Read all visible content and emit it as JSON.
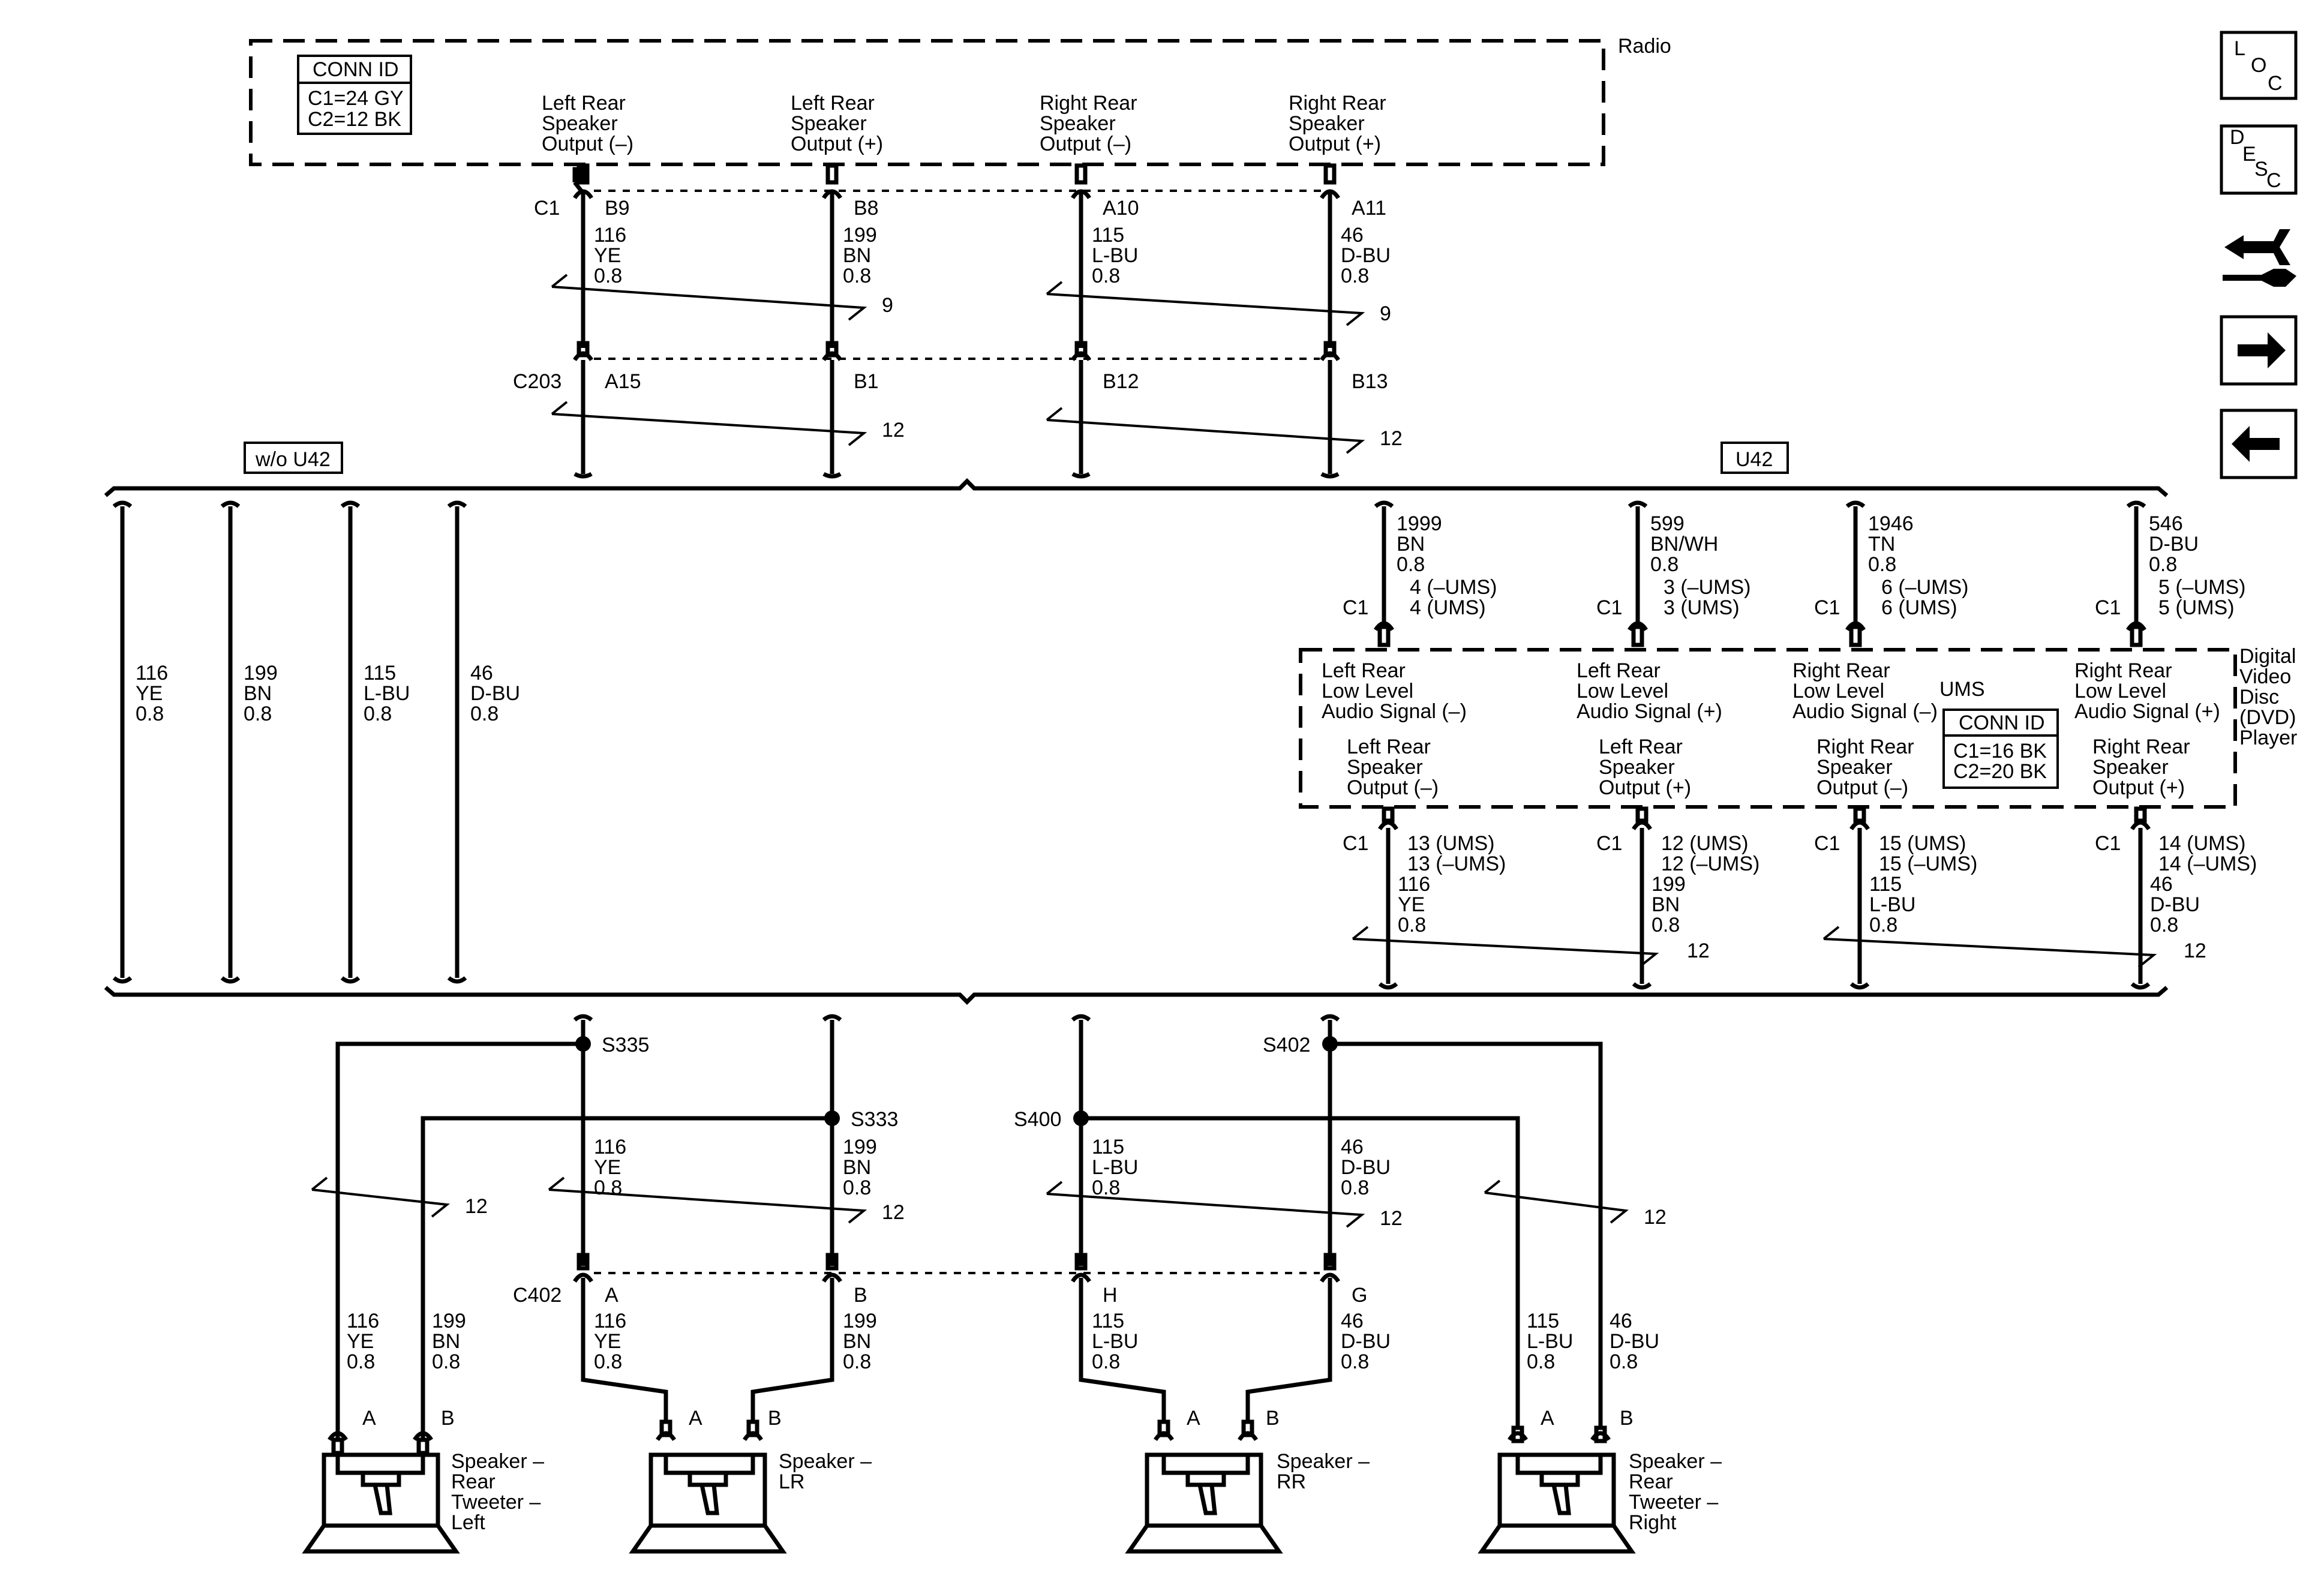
{
  "radio": {
    "label": "Radio",
    "conn_title": "CONN ID",
    "conn_c1": "C1=24 GY",
    "conn_c2": "C2=12 BK",
    "c1": "C1",
    "outputs": [
      {
        "l1": "Left Rear",
        "l2": "Speaker",
        "l3": "Output (–)",
        "pin": "B9",
        "circuit": "116",
        "color": "YE",
        "gauge": "0.8"
      },
      {
        "l1": "Left Rear",
        "l2": "Speaker",
        "l3": "Output (+)",
        "pin": "B8",
        "circuit": "199",
        "color": "BN",
        "gauge": "0.8"
      },
      {
        "l1": "Right Rear",
        "l2": "Speaker",
        "l3": "Output (–)",
        "pin": "A10",
        "circuit": "115",
        "color": "L-BU",
        "gauge": "0.8"
      },
      {
        "l1": "Right Rear",
        "l2": "Speaker",
        "l3": "Output (+)",
        "pin": "A11",
        "circuit": "46",
        "color": "D-BU",
        "gauge": "0.8"
      }
    ],
    "twist": "9"
  },
  "c203": {
    "name": "C203",
    "pins": [
      "A15",
      "B1",
      "B12",
      "B13"
    ],
    "twist": "12"
  },
  "options": {
    "without": "w/o U42",
    "with": "U42"
  },
  "wo_wires": [
    {
      "circuit": "116",
      "color": "YE",
      "gauge": "0.8"
    },
    {
      "circuit": "199",
      "color": "BN",
      "gauge": "0.8"
    },
    {
      "circuit": "115",
      "color": "L-BU",
      "gauge": "0.8"
    },
    {
      "circuit": "46",
      "color": "D-BU",
      "gauge": "0.8"
    }
  ],
  "dvd": {
    "label": [
      "Digital",
      "Video",
      "Disc",
      "(DVD)",
      "Player"
    ],
    "c1": "C1",
    "ums": "UMS",
    "conn_title": "CONN ID",
    "conn_c1": "C1=16 BK",
    "conn_c2": "C2=20 BK",
    "inputs": [
      {
        "circuit": "1999",
        "color": "BN",
        "gauge": "0.8",
        "pin1": "4 (–UMS)",
        "pin2": "4 (UMS)",
        "l1": "Left Rear",
        "l2": "Low Level",
        "l3": "Audio Signal (–)"
      },
      {
        "circuit": "599",
        "color": "BN/WH",
        "gauge": "0.8",
        "pin1": "3 (–UMS)",
        "pin2": "3 (UMS)",
        "l1": "Left Rear",
        "l2": "Low Level",
        "l3": "Audio Signal (+)"
      },
      {
        "circuit": "1946",
        "color": "TN",
        "gauge": "0.8",
        "pin1": "6 (–UMS)",
        "pin2": "6 (UMS)",
        "l1": "Right Rear",
        "l2": "Low Level",
        "l3": "Audio Signal (–)"
      },
      {
        "circuit": "546",
        "color": "D-BU",
        "gauge": "0.8",
        "pin1": "5 (–UMS)",
        "pin2": "5 (UMS)",
        "l1": "Right Rear",
        "l2": "Low Level",
        "l3": "Audio Signal (+)"
      }
    ],
    "outputs": [
      {
        "l1": "Left Rear",
        "l2": "Speaker",
        "l3": "Output (–)",
        "pin1": "13 (UMS)",
        "pin2": "13 (–UMS)",
        "circuit": "116",
        "color": "YE",
        "gauge": "0.8"
      },
      {
        "l1": "Left Rear",
        "l2": "Speaker",
        "l3": "Output (+)",
        "pin1": "12 (UMS)",
        "pin2": "12 (–UMS)",
        "circuit": "199",
        "color": "BN",
        "gauge": "0.8"
      },
      {
        "l1": "Right Rear",
        "l2": "Speaker",
        "l3": "Output (–)",
        "pin1": "15 (UMS)",
        "pin2": "15 (–UMS)",
        "circuit": "115",
        "color": "L-BU",
        "gauge": "0.8"
      },
      {
        "l1": "Right Rear",
        "l2": "Speaker",
        "l3": "Output (+)",
        "pin1": "14 (UMS)",
        "pin2": "14 (–UMS)",
        "circuit": "46",
        "color": "D-BU",
        "gauge": "0.8"
      }
    ],
    "twist": "12"
  },
  "splices": {
    "s335": "S335",
    "s333": "S333",
    "s400": "S400",
    "s402": "S402"
  },
  "mid_wires": [
    {
      "circuit": "116",
      "color": "YE",
      "gauge": "0.8"
    },
    {
      "circuit": "199",
      "color": "BN",
      "gauge": "0.8"
    },
    {
      "circuit": "115",
      "color": "L-BU",
      "gauge": "0.8"
    },
    {
      "circuit": "46",
      "color": "D-BU",
      "gauge": "0.8"
    }
  ],
  "c402": {
    "name": "C402",
    "pins": [
      "A",
      "B",
      "H",
      "G"
    ]
  },
  "twist12": "12",
  "tweeter_wires_left": [
    {
      "circuit": "116",
      "color": "YE",
      "gauge": "0.8"
    },
    {
      "circuit": "199",
      "color": "BN",
      "gauge": "0.8"
    }
  ],
  "low_wires": [
    {
      "circuit": "116",
      "color": "YE",
      "gauge": "0.8"
    },
    {
      "circuit": "199",
      "color": "BN",
      "gauge": "0.8"
    },
    {
      "circuit": "115",
      "color": "L-BU",
      "gauge": "0.8"
    },
    {
      "circuit": "46",
      "color": "D-BU",
      "gauge": "0.8"
    }
  ],
  "tweeter_wires_right": [
    {
      "circuit": "115",
      "color": "L-BU",
      "gauge": "0.8"
    },
    {
      "circuit": "46",
      "color": "D-BU",
      "gauge": "0.8"
    }
  ],
  "speakers": [
    {
      "pin_a": "A",
      "pin_b": "B",
      "l1": "Speaker –",
      "l2": "Rear",
      "l3": "Tweeter –",
      "l4": "Left"
    },
    {
      "pin_a": "A",
      "pin_b": "B",
      "l1": "Speaker –",
      "l2": "LR",
      "l3": "",
      "l4": ""
    },
    {
      "pin_a": "A",
      "pin_b": "B",
      "l1": "Speaker –",
      "l2": "RR",
      "l3": "",
      "l4": ""
    },
    {
      "pin_a": "A",
      "pin_b": "B",
      "l1": "Speaker –",
      "l2": "Rear",
      "l3": "Tweeter –",
      "l4": "Right"
    }
  ],
  "nav": {
    "loc": [
      "L",
      "O",
      "C"
    ],
    "desc": [
      "D",
      "E",
      "S",
      "C"
    ],
    "icons": [
      "connector-swap-icon",
      "arrow-right-icon",
      "arrow-left-icon"
    ]
  }
}
